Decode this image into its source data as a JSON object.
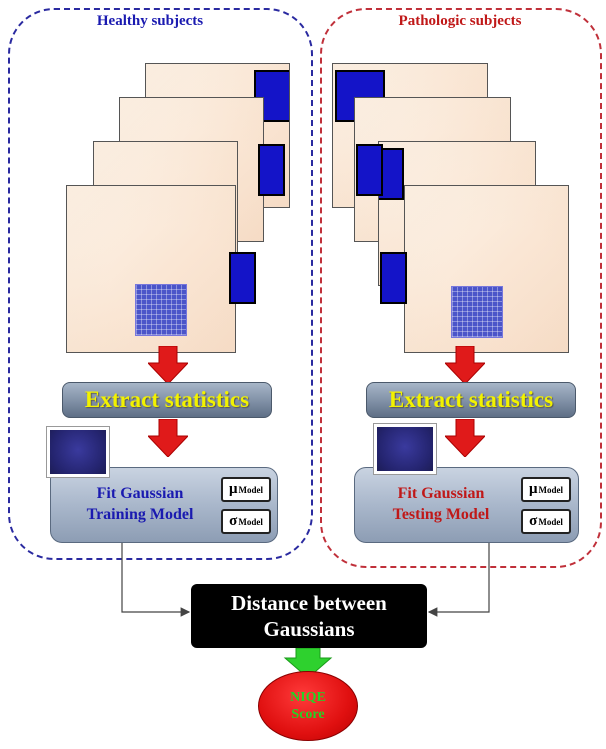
{
  "healthy": {
    "title": "Healthy subjects",
    "stats_label": "Extract statistics",
    "model_line1": "Fit Gaussian",
    "model_line2": "Training Model"
  },
  "pathologic": {
    "title": "Pathologic subjects",
    "stats_label": "Extract statistics",
    "model_line1": "Fit Gaussian",
    "model_line2": "Testing Model"
  },
  "params": {
    "mu": "μ",
    "sigma": "σ",
    "subscript": "Model"
  },
  "distance": {
    "line1": "Distance between",
    "line2": "Gaussians"
  },
  "score": {
    "line1": "NIQE",
    "line2": "Score"
  },
  "colors": {
    "healthy_border": "#2a2aa0",
    "pathologic_border": "#c0303a",
    "healthy_text": "#1a1ab0",
    "pathologic_text": "#c01818",
    "stats_text": "#f2f200",
    "arrow_red": "#e01a1a",
    "arrow_green": "#2ed12e"
  }
}
